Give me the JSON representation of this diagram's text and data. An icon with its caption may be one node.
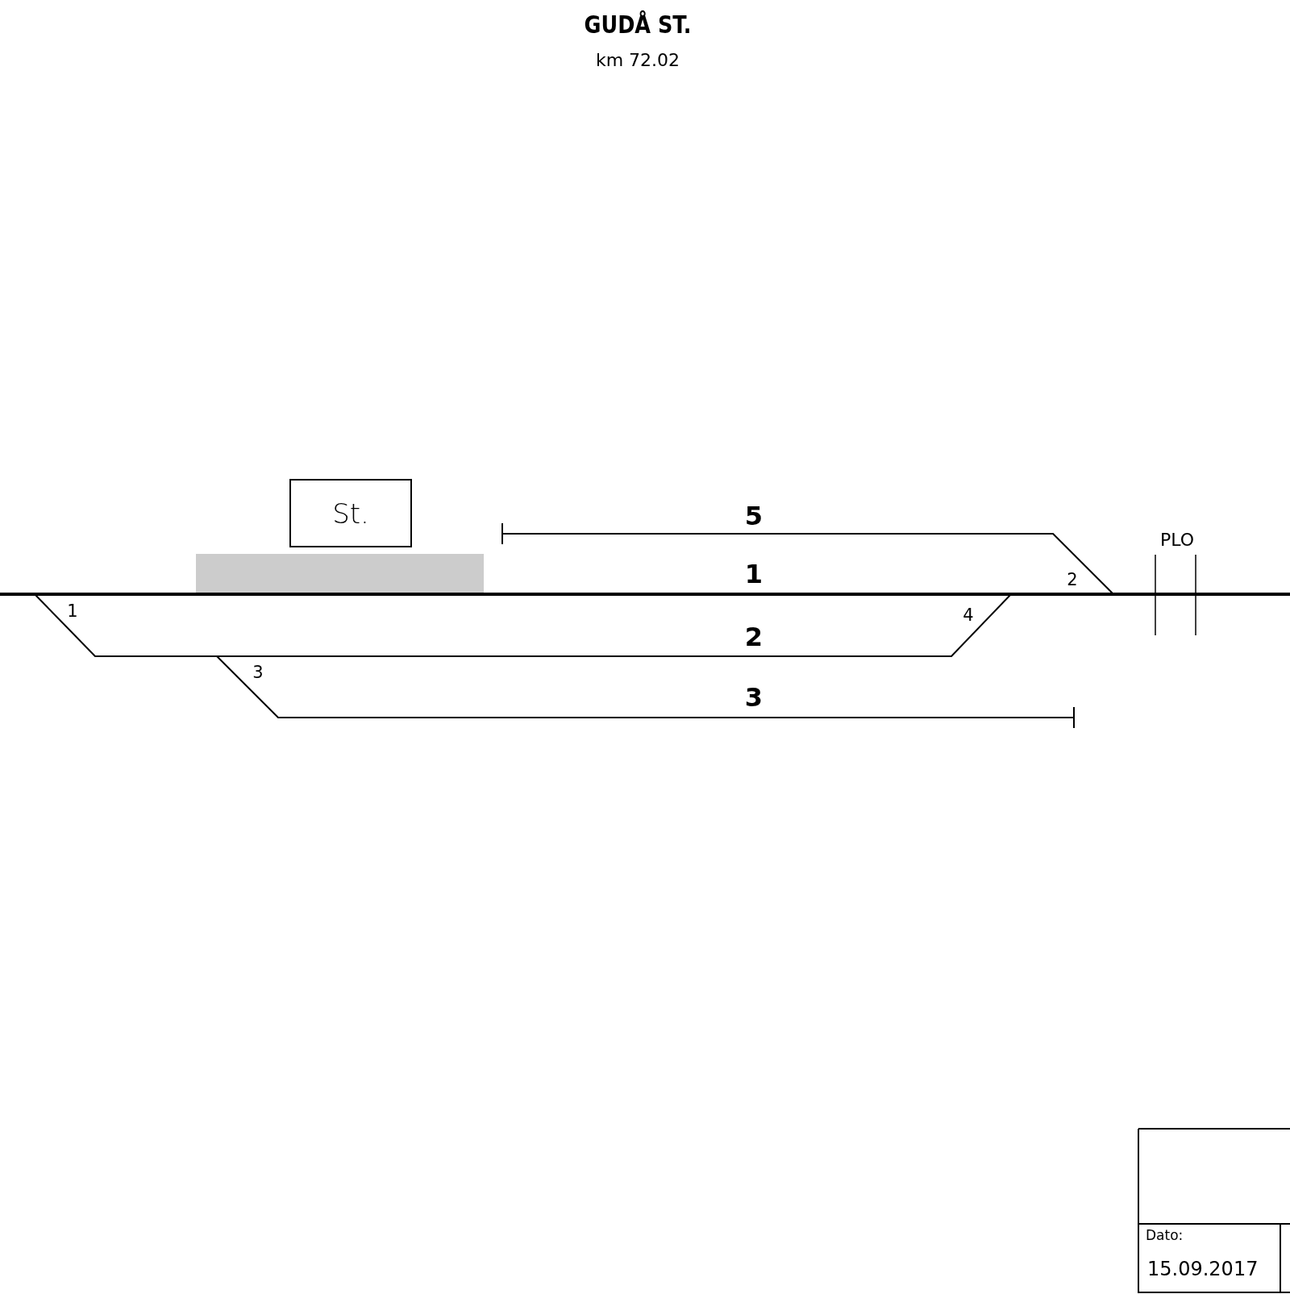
{
  "diagram": {
    "title": "GUDÅ ST.",
    "nodes": [
      {
        "text": [
          "St."
        ]
      },
      {
        "text": [],
        "shape": "bar"
      }
    ],
    "labels": [
      "km 72.02",
      "5",
      "PLO",
      "1",
      "2",
      "1",
      "4",
      "2",
      "3",
      "3",
      "Dato:",
      "15.09.2017"
    ]
  }
}
